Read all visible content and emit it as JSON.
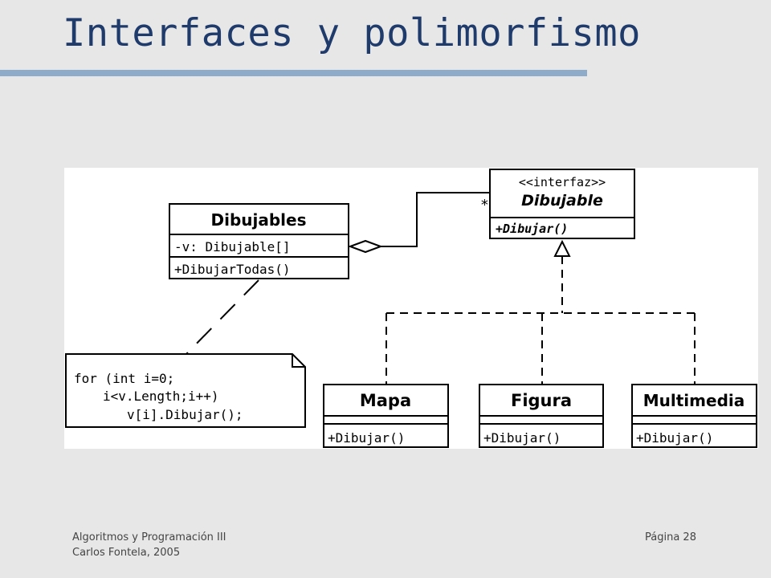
{
  "slide": {
    "title": "Interfaces y polimorfismo",
    "footer": {
      "course": "Algoritmos y Programación III",
      "author": "Carlos Fontela, 2005",
      "page": "Página 28"
    }
  },
  "diagram": {
    "interface": {
      "stereotype": "<<interfaz>>",
      "name": "Dibujable",
      "method": "+Dibujar()"
    },
    "collection": {
      "name": "Dibujables",
      "attribute": "-v: Dibujable[]",
      "method": "+DibujarTodas()"
    },
    "multiplicity": "*",
    "note": {
      "lines": [
        "for (int i=0;",
        "i<v.Length;i++)",
        "v[i].Dibujar();"
      ]
    },
    "implementations": [
      {
        "name": "Mapa",
        "method": "+Dibujar()"
      },
      {
        "name": "Figura",
        "method": "+Dibujar()"
      },
      {
        "name": "Multimedia",
        "method": "+Dibujar()"
      }
    ]
  }
}
